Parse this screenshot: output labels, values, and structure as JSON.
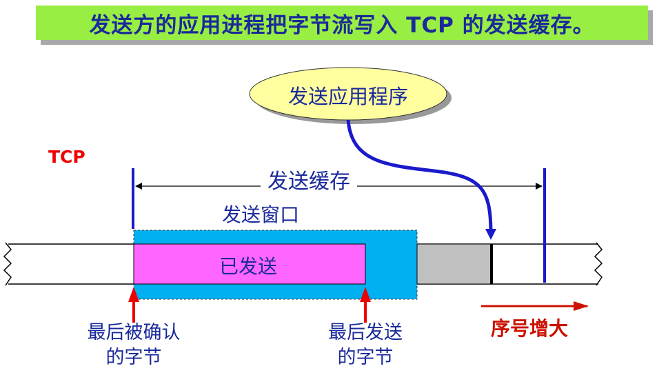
{
  "title": "发送方的应用进程把字节流写入 TCP 的发送缓存。",
  "app_bubble": "发送应用程序",
  "tcp_label": "TCP",
  "buffer_label": "发送缓存",
  "window_label": "发送窗口",
  "sent_label": "已发送",
  "last_acked": {
    "line1": "最后被确认",
    "line2": "的字节"
  },
  "last_sent": {
    "line1": "最后发送",
    "line2": "的字节"
  },
  "seq_label": "序号增大",
  "colors": {
    "banner": "#99ee44",
    "title_text": "#1a2a9a",
    "bubble_fill": "#ffffa0",
    "window_fill": "#00b0f0",
    "sent_fill": "#ff66ff",
    "data_fill": "#c0c0c0",
    "blue_line": "#1a1acc",
    "red_arrow": "#ee0000"
  }
}
